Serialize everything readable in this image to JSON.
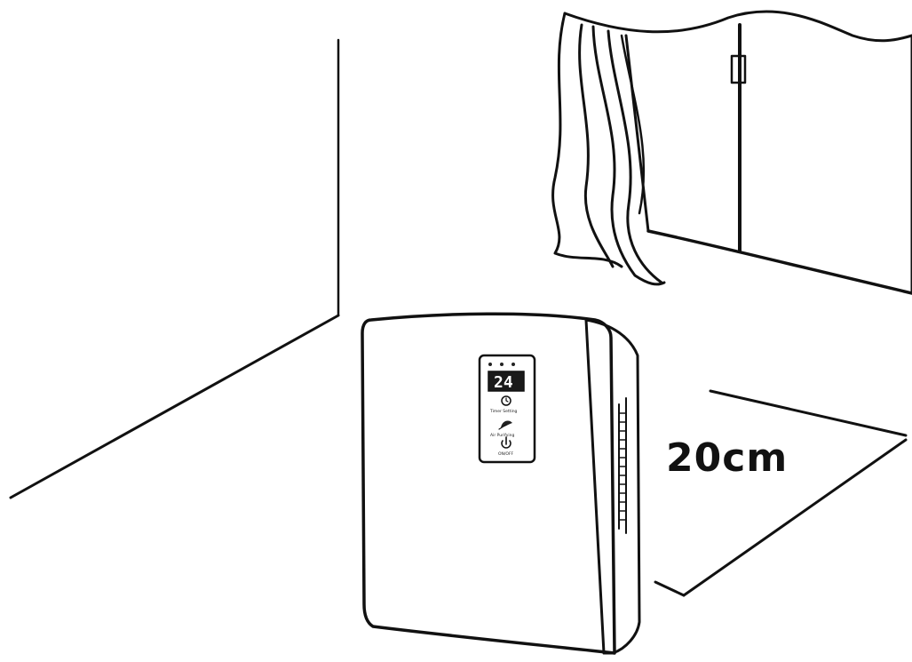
{
  "illustration": {
    "distance_label": "20cm",
    "device": {
      "display_value": "24",
      "button_1_caption": "Timer Setting",
      "button_2_caption": "Air Purifying",
      "button_3_caption": "ON/OFF"
    },
    "icons": [
      "clock-icon",
      "leaf-icon",
      "power-icon"
    ]
  }
}
